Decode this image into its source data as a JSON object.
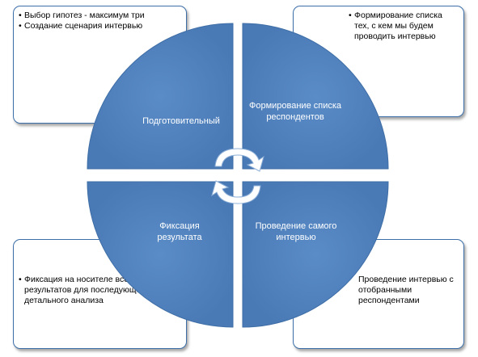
{
  "diagram": {
    "colors": {
      "quadrant": "#4f81bd",
      "quadrant_dark": "#3f6ea6",
      "callout_border": "#3c6fa9"
    },
    "quadrants": [
      {
        "label": "Подготовительный"
      },
      {
        "label": "Формирование списка респондентов"
      },
      {
        "label": "Фиксация результата"
      },
      {
        "label": "Проведение самого интервью"
      }
    ],
    "callouts": {
      "top_left": {
        "items": [
          "Выбор гипотез  - максимум три",
          "Создание сценария интервью"
        ]
      },
      "top_right": {
        "items": [
          "Формирование списка тех, с кем мы будем проводить интервью"
        ]
      },
      "bottom_left": {
        "items": [
          "Фиксация на носителе всех результатов для последующего детального анализа"
        ]
      },
      "bottom_right": {
        "text": "Проведение интервью с отобранными респондентами"
      }
    },
    "center_icon": "circular-arrows-icon"
  }
}
